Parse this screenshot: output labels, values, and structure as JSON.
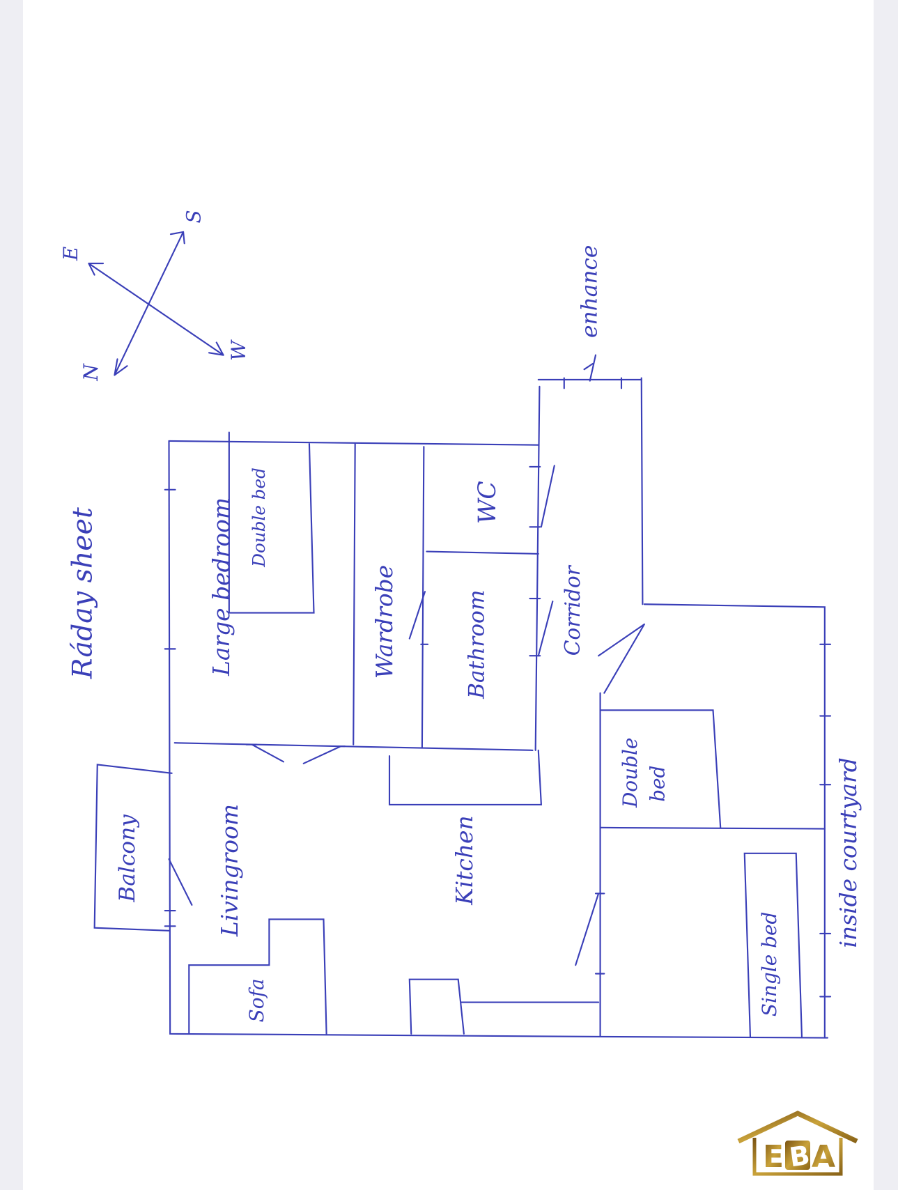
{
  "sheet": {
    "title": "Ráday sheet",
    "ink_color": "#3a3fb8"
  },
  "compass": {
    "north": "N",
    "east": "E",
    "south": "S",
    "west": "W"
  },
  "rooms": {
    "large_bedroom": "Large bedroom",
    "bedroom_bed": "Double bed",
    "wardrobe": "Wardrobe",
    "wc": "WC",
    "bathroom": "Bathroom",
    "corridor": "Corridor",
    "entrance": "enhance",
    "balcony": "Balcony",
    "livingroom": "Livingroom",
    "sofa": "Sofa",
    "kitchen": "Kitchen",
    "double_bed_line1": "Double",
    "double_bed_line2": "bed",
    "single_bed": "Single bed",
    "courtyard": "inside courtyard"
  },
  "logo": {
    "text": "EBA",
    "color": "#a8821f"
  }
}
